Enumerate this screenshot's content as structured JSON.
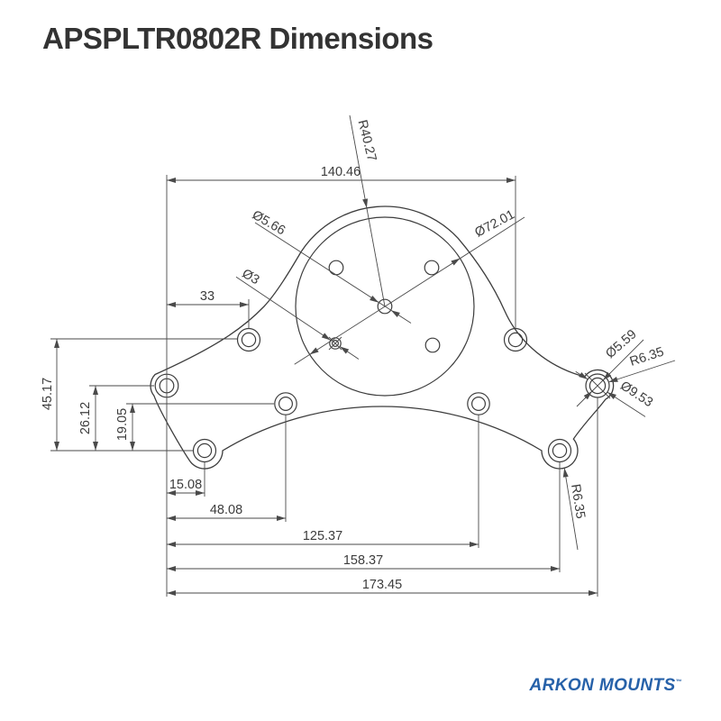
{
  "title": "APSPLTR0802R Dimensions",
  "logo": {
    "name": "ARKON MOUNTS",
    "trademark": "™",
    "color": "#2661a9"
  },
  "drawing": {
    "line_color": "#3d3d3d",
    "dims": {
      "radius_top": "R40.27",
      "width_top": "140.46",
      "dia_center_hole": "Ø5.66",
      "dia_bolt_circle": "Ø72.01",
      "dia_small_hole": "Ø3",
      "offset_left_hole": "33",
      "height_left": "45.17",
      "height_mid": "26.12",
      "height_inner": "19.05",
      "offset_bottom_left": "15.08",
      "width_bottom_1": "48.08",
      "width_bottom_2": "125.37",
      "width_bottom_3": "158.37",
      "width_bottom_4": "173.45",
      "dia_right_hole": "Ø5.59",
      "radius_right_tip": "R6.35",
      "dia_right_counterbore": "Ø9.53",
      "radius_bottom_lobe": "R6.35"
    }
  }
}
